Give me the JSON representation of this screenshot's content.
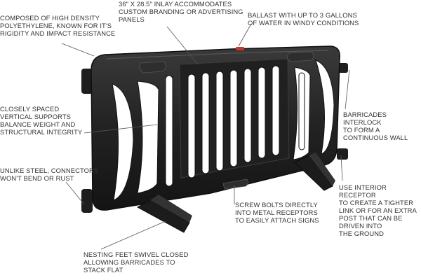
{
  "callouts": [
    {
      "text": "Composed of high density\npolyethylene, known for it's\nrigidity and impact resistance"
    },
    {
      "text": "36\" x 28.5\" inlay accommodates\ncustom branding or advertising\npanels"
    },
    {
      "text": "Ballast with up to 3 gallons\nof water in windy conditions"
    },
    {
      "text": "Closely spaced\nvertical supports\nbalance weight and\nstructural integrity"
    },
    {
      "text": "Barricades interlock\nto form a\ncontinuous wall"
    },
    {
      "text": "Unlike steel, connectors\nwon't bend or rust"
    },
    {
      "text": "Use interior receptor\nto create a tighter\nlink or for an extra\npost that can be\ndriven into\nthe ground"
    },
    {
      "text": "Screw bolts directly\ninto metal receptors\nto easily attach signs"
    },
    {
      "text": "Nesting feet swivel closed\nallowing barricades to\nstack flat"
    }
  ],
  "colors": {
    "text": "#333333",
    "leader_line": "#555555",
    "barricade_dark": "#1a1a1a",
    "barricade_mid": "#2b2b2b",
    "barricade_highlight": "#4a4a4a",
    "cap_red": "#c0392b"
  }
}
